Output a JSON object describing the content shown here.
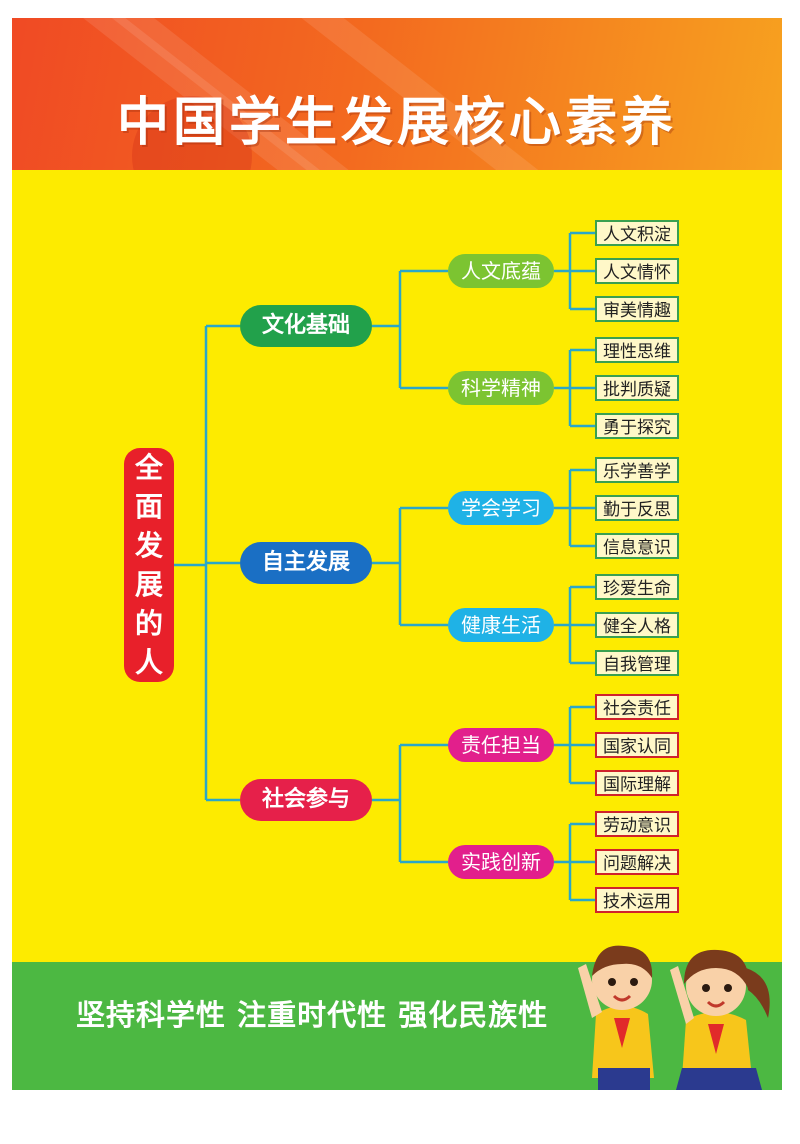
{
  "title": "中国学生发展核心素养",
  "root": {
    "chars": [
      "全",
      "面",
      "发",
      "展",
      "的",
      "人"
    ]
  },
  "branches": [
    {
      "label": "文化基础",
      "color": "#22a14b",
      "children": [
        {
          "label": "人文底蕴",
          "color": "#7cc431",
          "border": "#3aa050",
          "items": [
            "人文积淀",
            "人文情怀",
            "审美情趣"
          ]
        },
        {
          "label": "科学精神",
          "color": "#7cc431",
          "border": "#3aa050",
          "items": [
            "理性思维",
            "批判质疑",
            "勇于探究"
          ]
        }
      ]
    },
    {
      "label": "自主发展",
      "color": "#1a6fc4",
      "children": [
        {
          "label": "学会学习",
          "color": "#1fb2e6",
          "border": "#3aa050",
          "items": [
            "乐学善学",
            "勤于反思",
            "信息意识"
          ]
        },
        {
          "label": "健康生活",
          "color": "#1fb2e6",
          "border": "#3aa050",
          "items": [
            "珍爱生命",
            "健全人格",
            "自我管理"
          ]
        }
      ]
    },
    {
      "label": "社会参与",
      "color": "#e6204a",
      "children": [
        {
          "label": "责任担当",
          "color": "#e21f8c",
          "border": "#d0232b",
          "items": [
            "社会责任",
            "国家认同",
            "国际理解"
          ]
        },
        {
          "label": "实践创新",
          "color": "#e21f8c",
          "border": "#d0232b",
          "items": [
            "劳动意识",
            "问题解决",
            "技术运用"
          ]
        }
      ]
    }
  ],
  "footer": {
    "slogan": "坚持科学性 注重时代性 强化民族性"
  },
  "colors": {
    "background": "#fdeb00",
    "connector": "#2aa7c9",
    "footer": "#4cb842"
  }
}
